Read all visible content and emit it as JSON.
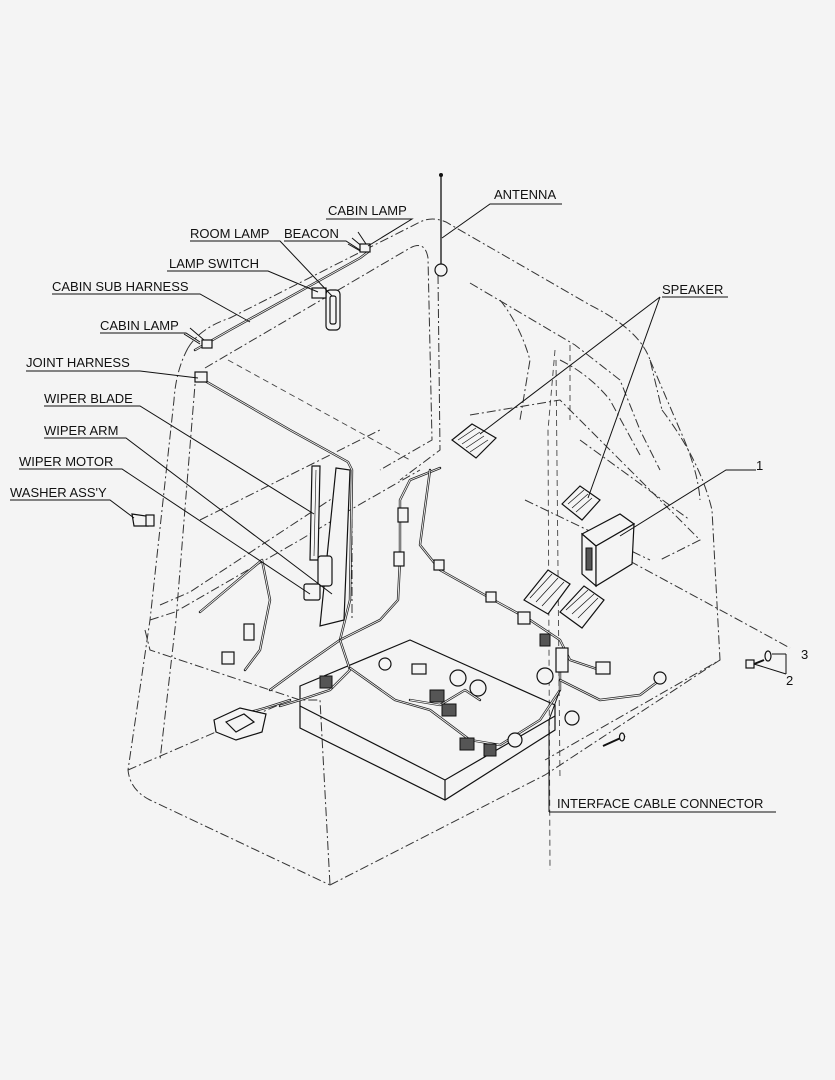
{
  "labels": {
    "antenna": "ANTENNA",
    "cabin_lamp_top": "CABIN LAMP",
    "room_lamp": "ROOM LAMP",
    "beacon": "BEACON",
    "lamp_switch": "LAMP SWITCH",
    "cabin_sub_harness": "CABIN SUB HARNESS",
    "cabin_lamp_left": "CABIN LAMP",
    "joint_harness": "JOINT HARNESS",
    "wiper_blade": "WIPER BLADE",
    "wiper_arm": "WIPER ARM",
    "wiper_motor": "WIPER MOTOR",
    "washer_assy": "WASHER ASS'Y",
    "speaker": "SPEAKER",
    "interface_cable_connector": "INTERFACE CABLE CONNECTOR"
  },
  "callouts": {
    "item_1": "1",
    "item_2": "2",
    "item_3": "3"
  },
  "colors": {
    "background": "#f4f4f4",
    "line": "#111111"
  }
}
